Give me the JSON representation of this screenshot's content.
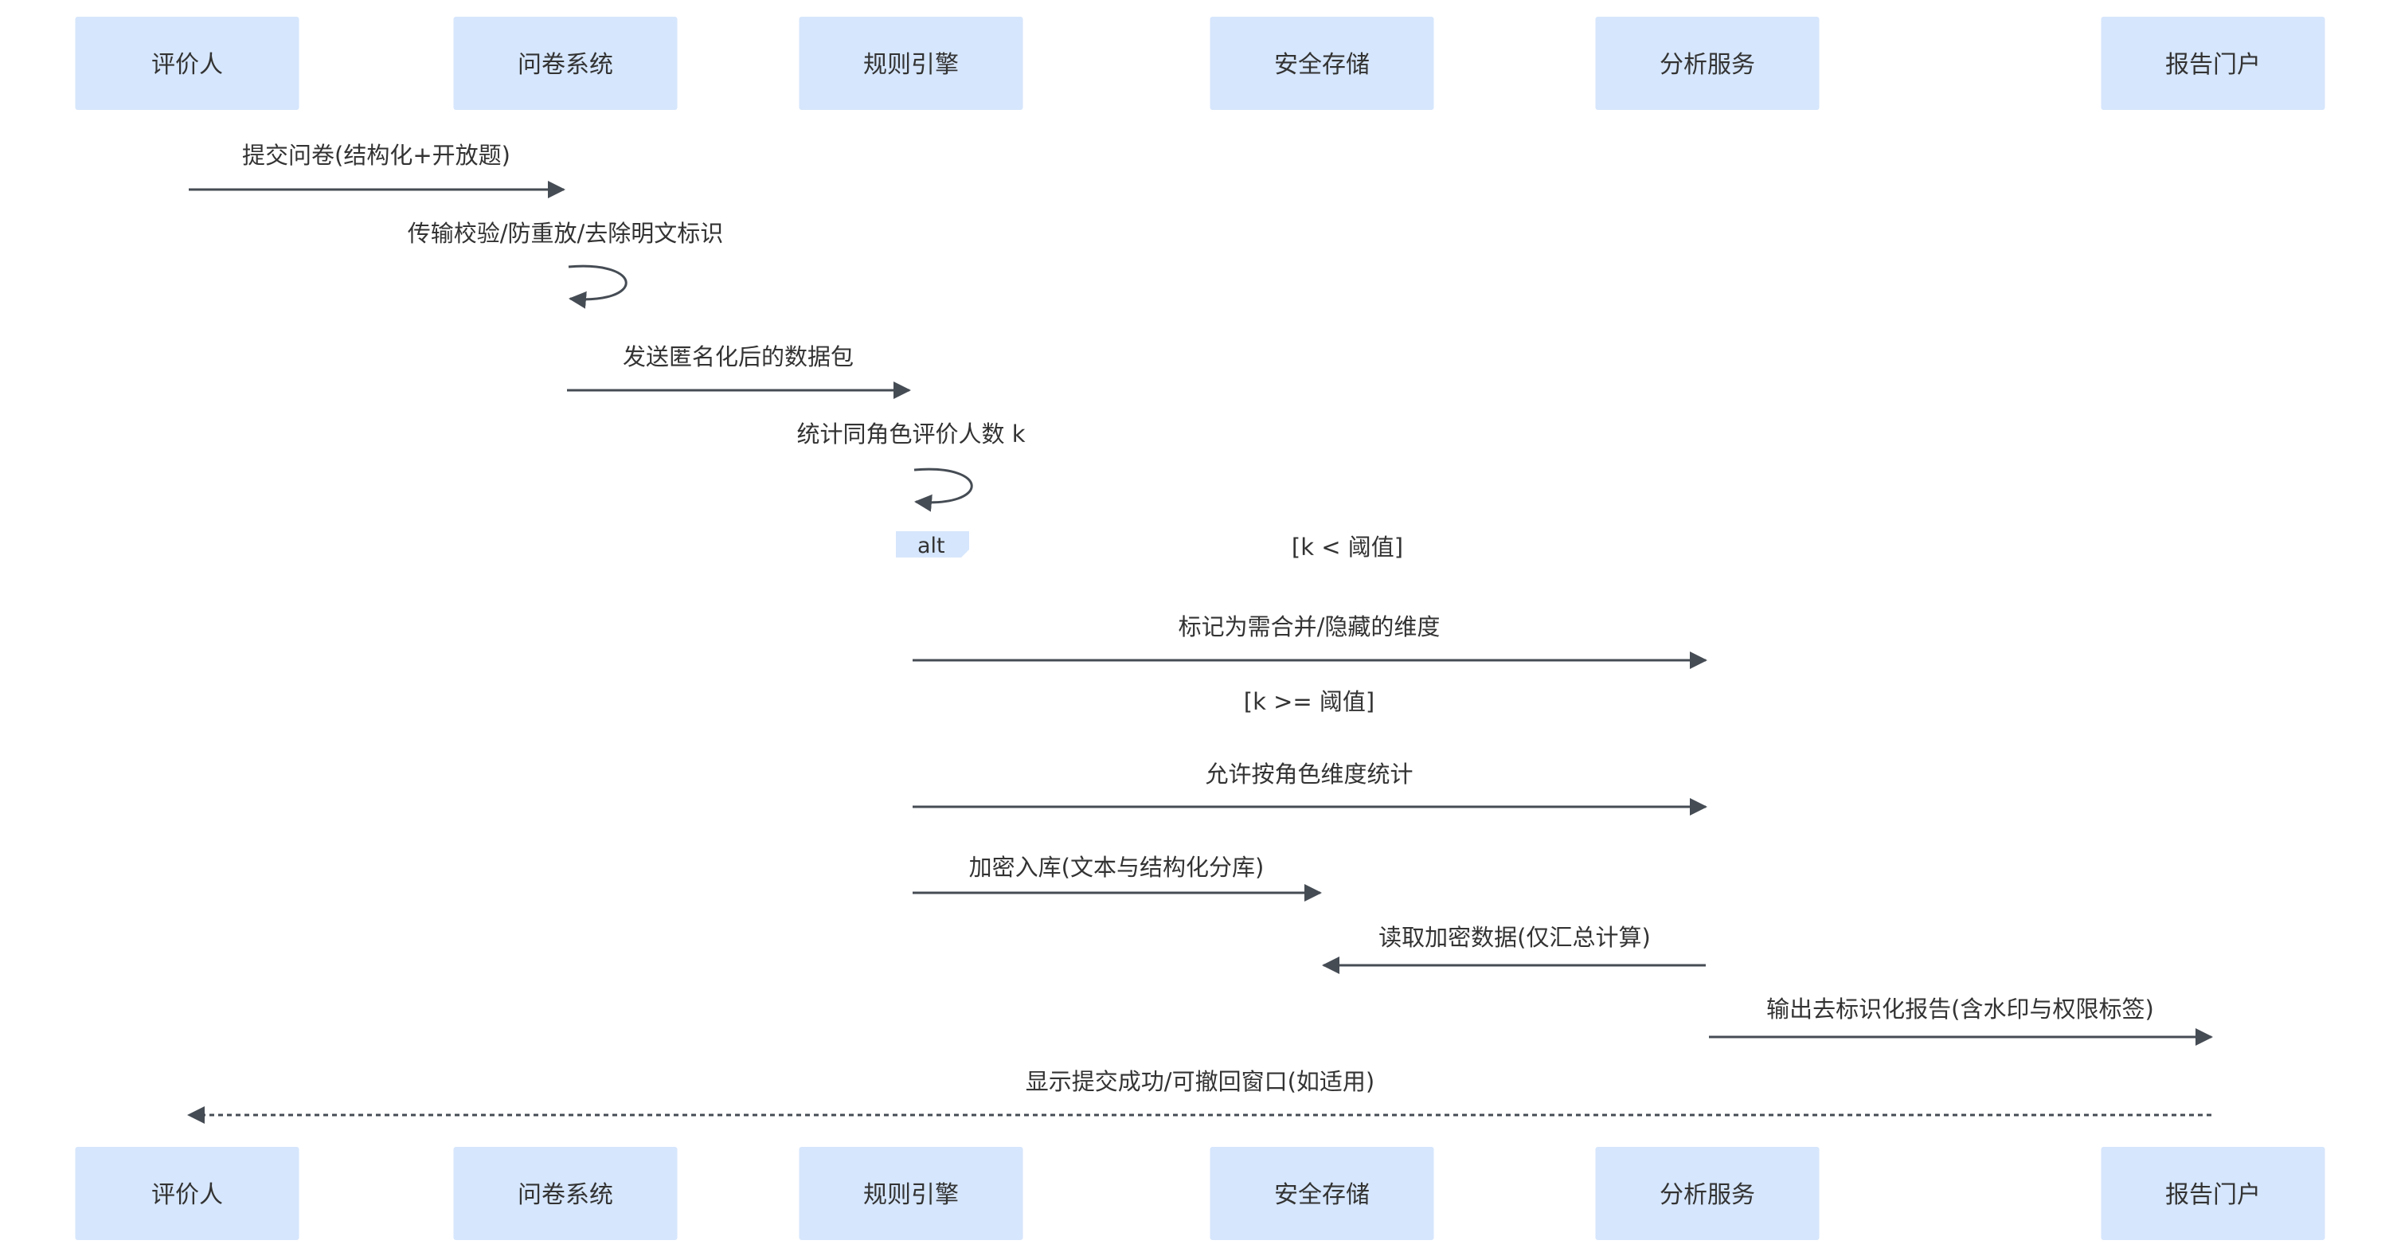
{
  "participants": [
    "评价人",
    "问卷系统",
    "规则引擎",
    "安全存储",
    "分析服务",
    "报告门户"
  ],
  "messages": [
    {
      "from": 0,
      "to": 1,
      "label": "提交问卷(结构化+开放题)",
      "style": "solid"
    },
    {
      "from": 1,
      "to": 1,
      "label": "传输校验/防重放/去除明文标识",
      "style": "solid"
    },
    {
      "from": 1,
      "to": 2,
      "label": "发送匿名化后的数据包",
      "style": "solid"
    },
    {
      "from": 2,
      "to": 2,
      "label": "统计同角色评价人数 k",
      "style": "solid"
    },
    {
      "from": 2,
      "to": 4,
      "label": "标记为需合并/隐藏的维度",
      "style": "solid"
    },
    {
      "from": 2,
      "to": 4,
      "label": "允许按角色维度统计",
      "style": "solid"
    },
    {
      "from": 2,
      "to": 3,
      "label": "加密入库(文本与结构化分库)",
      "style": "solid"
    },
    {
      "from": 4,
      "to": 3,
      "label": "读取加密数据(仅汇总计算)",
      "style": "solid"
    },
    {
      "from": 4,
      "to": 5,
      "label": "输出去标识化报告(含水印与权限标签)",
      "style": "solid"
    },
    {
      "from": 5,
      "to": 0,
      "label": "显示提交成功/可撤回窗口(如适用)",
      "style": "dashed"
    }
  ],
  "alt": {
    "label": "alt",
    "conditions": [
      "[k < 阈值]",
      "[k >= 阈值]"
    ]
  },
  "colors": {
    "actor_fill": "#d6e6fc",
    "line": "#464c54",
    "text": "#333333"
  }
}
